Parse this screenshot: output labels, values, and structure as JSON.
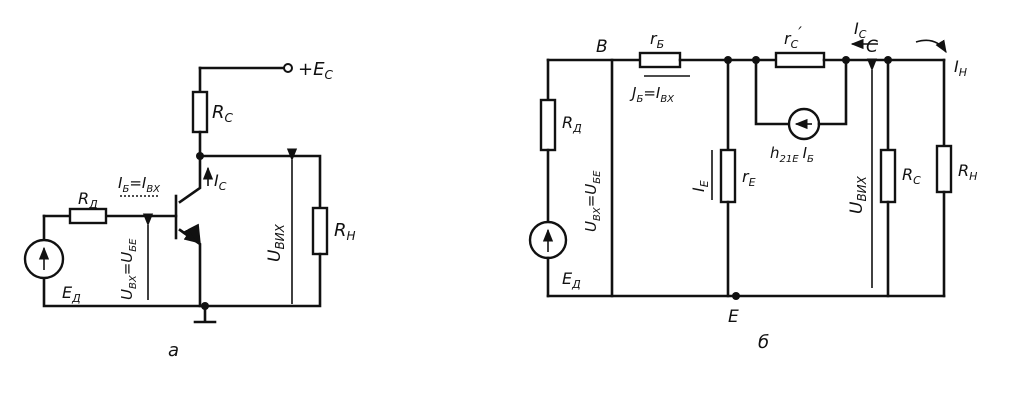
{
  "circuit_a": {
    "caption": "a",
    "supply_label": "+E",
    "supply_sub": "C",
    "rc_label": "R",
    "rc_sub": "C",
    "rd_label": "R",
    "rd_sub": "Д",
    "rn_label": "R",
    "rn_sub": "Н",
    "ib_label": "I",
    "ib_sub": "Б",
    "ib_eq": "=I",
    "ib_eq_sub": "ВХ",
    "ic_label": "I",
    "ic_sub": "C",
    "ed_label": "E",
    "ed_sub": "Д",
    "uin_label": "U",
    "uin_sub": "ВХ",
    "uin_eq": "=U",
    "uin_eq_sub": "БЕ",
    "uout_label": "U",
    "uout_sub": "ВИХ"
  },
  "circuit_b": {
    "caption": "б",
    "node_b": "B",
    "node_c": "C",
    "node_e": "E",
    "rb_label": "r",
    "rb_sub": "Б",
    "rc_small_label": "r",
    "rc_small_sub": "C",
    "rc_small_mark": "′",
    "ic_label": "I",
    "ic_sub": "C",
    "in_label": "I",
    "in_sub": "Н",
    "jb_label": "J",
    "jb_sub": "Б",
    "jb_eq": "=I",
    "jb_eq_sub": "ВХ",
    "rd_label": "R",
    "rd_sub": "Д",
    "uin_label": "U",
    "uin_sub": "ВХ",
    "uin_eq": "=U",
    "uin_eq_sub": "БЕ",
    "ie_label": "I",
    "ie_sub": "Е",
    "re_label": "r",
    "re_sub": "Е",
    "h_label": "h",
    "h_sub": "21Е",
    "h_i": "I",
    "h_i_sub": "Б",
    "uout_label": "U",
    "uout_sub": "ВИХ",
    "rc_label": "R",
    "rc_sub": "C",
    "rn_label": "R",
    "rn_sub": "Н",
    "ed_label": "E",
    "ed_sub": "Д"
  }
}
